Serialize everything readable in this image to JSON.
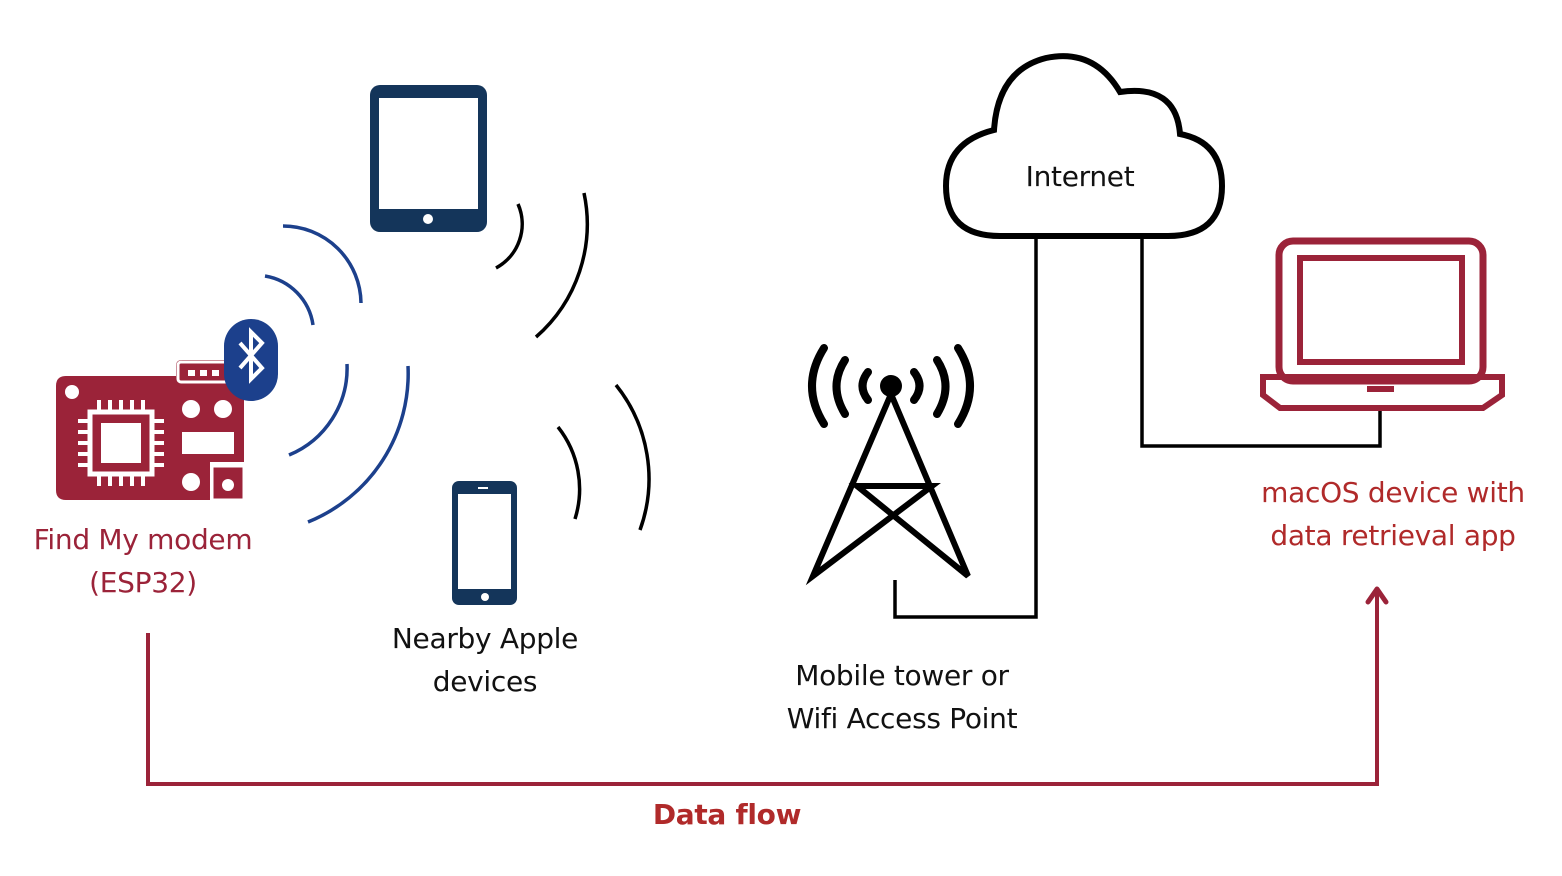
{
  "colors": {
    "brand_red": "#9b2339",
    "label_red": "#b02a2a",
    "bluetooth_blue": "#1c408c",
    "device_navy": "#14355a",
    "line_black": "#000000"
  },
  "nodes": {
    "modem": {
      "icon": "circuit-board-icon",
      "badge_icon": "bluetooth-icon",
      "label_line1": "Find My modem",
      "label_line2": "(ESP32)"
    },
    "nearby_devices": {
      "icons": [
        "tablet-icon",
        "smartphone-icon"
      ],
      "label_line1": "Nearby Apple",
      "label_line2": "devices"
    },
    "tower": {
      "icon": "radio-tower-icon",
      "label_line1": "Mobile tower or",
      "label_line2": "Wifi Access Point"
    },
    "internet": {
      "icon": "cloud-icon",
      "label": "Internet"
    },
    "mac": {
      "icon": "laptop-icon",
      "label_line1": "macOS device with",
      "label_line2": "data retrieval app"
    }
  },
  "flow": {
    "label": "Data flow",
    "direction": "modem-to-mac"
  }
}
